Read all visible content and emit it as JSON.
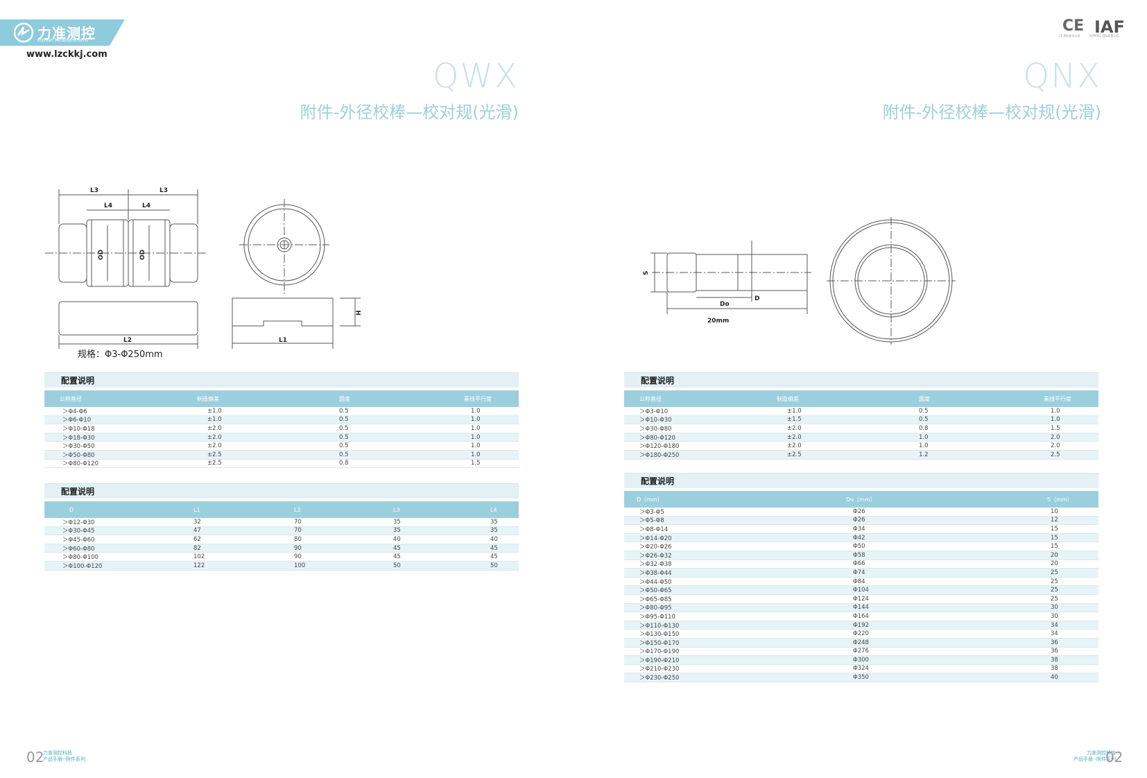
{
  "header": {
    "logo_cn": "力准测控",
    "logo_en": "Lizhun Measurement",
    "website": "www.lzckkj.com",
    "cert_ce": "CE",
    "cert_iaf": "IAF",
    "cert_ce_sub": "CE 国际安全认证",
    "cert_iaf_sub": "ISO9001 国际质量认证",
    "colors": {
      "brand": "#7ec3d6",
      "accent": "#9ccfde"
    }
  },
  "left": {
    "model": "QWX",
    "title": "附件-外径校棒—校对规(光滑)",
    "spec": "规格：Φ3-Φ250mm",
    "drawing": {
      "labels": [
        "L3",
        "L3",
        "L4",
        "L4",
        "OD",
        "OD",
        "L2",
        "L1",
        "H"
      ]
    },
    "table1": {
      "title": "配置说明",
      "headers": [
        "公称直径",
        "制造偏差",
        "圆度",
        "素线平行度"
      ],
      "rows": [
        [
          "＞Φ4-Φ6",
          "±1.0",
          "0.5",
          "1.0"
        ],
        [
          "＞Φ6-Φ10",
          "±1.0",
          "0.5",
          "1.0"
        ],
        [
          "＞Φ10-Φ18",
          "±2.0",
          "0.5",
          "1.0"
        ],
        [
          "＞Φ18-Φ30",
          "±2.0",
          "0.5",
          "1.0"
        ],
        [
          "＞Φ30-Φ50",
          "±2.0",
          "0.5",
          "1.0"
        ],
        [
          "＞Φ50-Φ80",
          "±2.5",
          "0.5",
          "1.0"
        ],
        [
          "＞Φ80-Φ120",
          "±2.5",
          "0.8",
          "1.5"
        ]
      ]
    },
    "table2": {
      "title": "配置说明",
      "headers": [
        "D",
        "L1",
        "L2",
        "L3",
        "L4"
      ],
      "rows": [
        [
          "＞Φ12-Φ30",
          "32",
          "70",
          "35",
          "35"
        ],
        [
          "＞Φ30-Φ45",
          "47",
          "70",
          "35",
          "35"
        ],
        [
          "＞Φ45-Φ60",
          "62",
          "80",
          "40",
          "40"
        ],
        [
          "＞Φ60-Φ80",
          "82",
          "90",
          "45",
          "45"
        ],
        [
          "＞Φ80-Φ100",
          "102",
          "90",
          "45",
          "45"
        ],
        [
          "＞Φ100-Φ120",
          "122",
          "100",
          "50",
          "50"
        ]
      ]
    },
    "page_no": "02",
    "footer_line1": "力准测控科技",
    "footer_line2": "产品手册--附件系列"
  },
  "right": {
    "model": "QNX",
    "title": "附件-外径校棒—校对规(光滑)",
    "drawing": {
      "labels": [
        "S",
        "D",
        "Do",
        "20mm"
      ]
    },
    "table1": {
      "title": "配置说明",
      "headers": [
        "公称直径",
        "制造偏差",
        "圆度",
        "素线平行度"
      ],
      "rows": [
        [
          "＞Φ3-Φ10",
          "±1.0",
          "0.5",
          "1.0"
        ],
        [
          "＞Φ10-Φ30",
          "±1.5",
          "0.5",
          "1.0"
        ],
        [
          "＞Φ30-Φ80",
          "±2.0",
          "0.8",
          "1.5"
        ],
        [
          "＞Φ80-Φ120",
          "±2.0",
          "1.0",
          "2.0"
        ],
        [
          "＞Φ120-Φ180",
          "±2.0",
          "1.0",
          "2.0"
        ],
        [
          "＞Φ180-Φ250",
          "±2.5",
          "1.2",
          "2.5"
        ]
      ]
    },
    "table2": {
      "title": "配置说明",
      "headers": [
        "D（mm）",
        "Do（mm）",
        "S（mm）"
      ],
      "rows": [
        [
          "＞Φ3-Φ5",
          "Φ26",
          "10"
        ],
        [
          "＞Φ5-Φ8",
          "Φ26",
          "12"
        ],
        [
          "＞Φ8-Φ14",
          "Φ34",
          "15"
        ],
        [
          "＞Φ14-Φ20",
          "Φ42",
          "15"
        ],
        [
          "＞Φ20-Φ26",
          "Φ50",
          "15"
        ],
        [
          "＞Φ26-Φ32",
          "Φ58",
          "20"
        ],
        [
          "＞Φ32-Φ38",
          "Φ66",
          "20"
        ],
        [
          "＞Φ38-Φ44",
          "Φ74",
          "25"
        ],
        [
          "＞Φ44-Φ50",
          "Φ84",
          "25"
        ],
        [
          "＞Φ50-Φ65",
          "Φ104",
          "25"
        ],
        [
          "＞Φ65-Φ85",
          "Φ124",
          "25"
        ],
        [
          "＞Φ80-Φ95",
          "Φ144",
          "30"
        ],
        [
          "＞Φ95-Φ110",
          "Φ164",
          "30"
        ],
        [
          "＞Φ110-Φ130",
          "Φ192",
          "34"
        ],
        [
          "＞Φ130-Φ150",
          "Φ220",
          "34"
        ],
        [
          "＞Φ150-Φ170",
          "Φ248",
          "36"
        ],
        [
          "＞Φ170-Φ190",
          "Φ276",
          "36"
        ],
        [
          "＞Φ190-Φ210",
          "Φ300",
          "38"
        ],
        [
          "＞Φ210-Φ230",
          "Φ324",
          "38"
        ],
        [
          "＞Φ230-Φ250",
          "Φ350",
          "40"
        ]
      ]
    },
    "page_no": "02",
    "footer_line1": "力准测控科技",
    "footer_line2": "产品手册--附件系列"
  }
}
